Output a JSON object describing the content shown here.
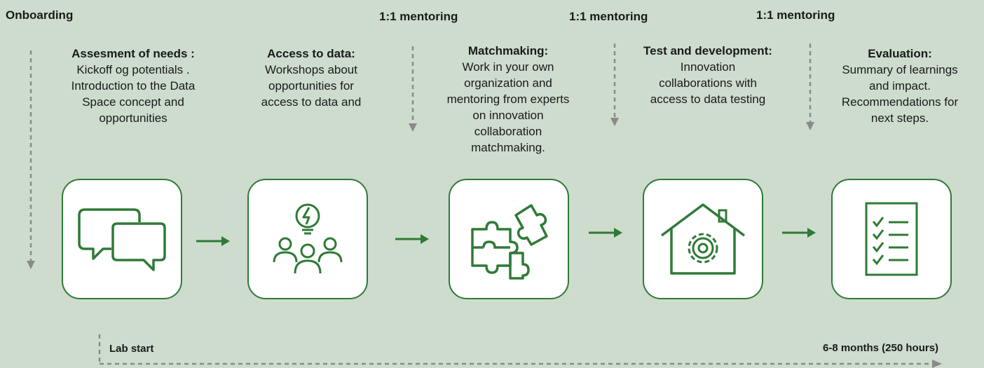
{
  "onboarding_label": "Onboarding",
  "mentoring_labels": [
    "1:1 mentoring",
    "1:1 mentoring",
    "1:1 mentoring"
  ],
  "stages": [
    {
      "title": "Assesment of needs :",
      "body": [
        "Kickoff og potentials .",
        "Introduction to the Data",
        "Space concept and",
        "opportunities"
      ],
      "icon": "chat-bubbles-icon"
    },
    {
      "title": "Access to data:",
      "body": [
        "Workshops about",
        "opportunities for",
        "access to data and"
      ],
      "icon": "team-idea-icon"
    },
    {
      "title": "Matchmaking:",
      "body": [
        "Work in your own",
        "organization and",
        "mentoring from experts",
        "on innovation",
        "collaboration",
        "matchmaking."
      ],
      "icon": "puzzle-icon"
    },
    {
      "title": "Test and development:",
      "body": [
        "Innovation",
        "collaborations with",
        "access to data testing"
      ],
      "icon": "house-gear-icon"
    },
    {
      "title": "Evaluation:",
      "body": [
        "Summary of learnings",
        "and impact.",
        "Recommendations for",
        "next steps."
      ],
      "icon": "checklist-icon"
    }
  ],
  "footer": {
    "start_label": "Lab start",
    "duration_label": "6-8  months (250 hours)"
  },
  "colors": {
    "background": "#cddccd",
    "accent": "#2f7a36",
    "dashed_arrow": "#8a8a8a"
  }
}
